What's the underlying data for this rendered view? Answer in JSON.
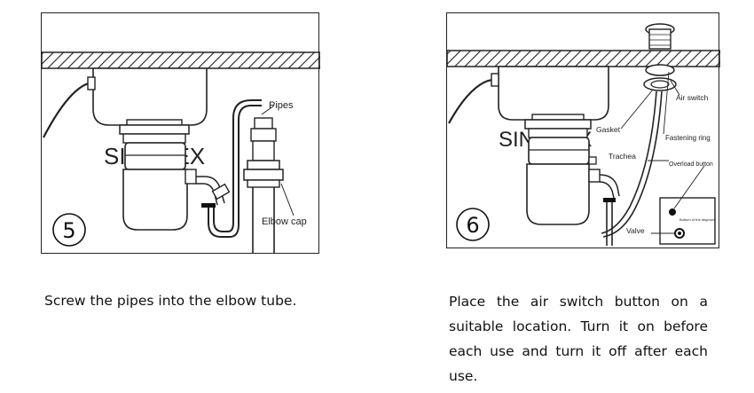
{
  "steps": [
    {
      "number": "5",
      "labels": {
        "pipes": "Pipes",
        "elbow_cap": "Elbow cap"
      },
      "caption": "Screw the pipes into the elbow tube."
    },
    {
      "number": "6",
      "labels": {
        "air_switch": "Air switch",
        "gasket": "Gasket",
        "fastening_ring": "Fastening ring",
        "trachea": "Trachea",
        "overload_button": "Overload button",
        "valve": "Valve",
        "bottom_note": "Bottom of the disposer"
      },
      "caption": "Place the air switch button on a suitable location. Turn it on before each use and turn it off after each use."
    }
  ],
  "watermark": "SINOTEX"
}
